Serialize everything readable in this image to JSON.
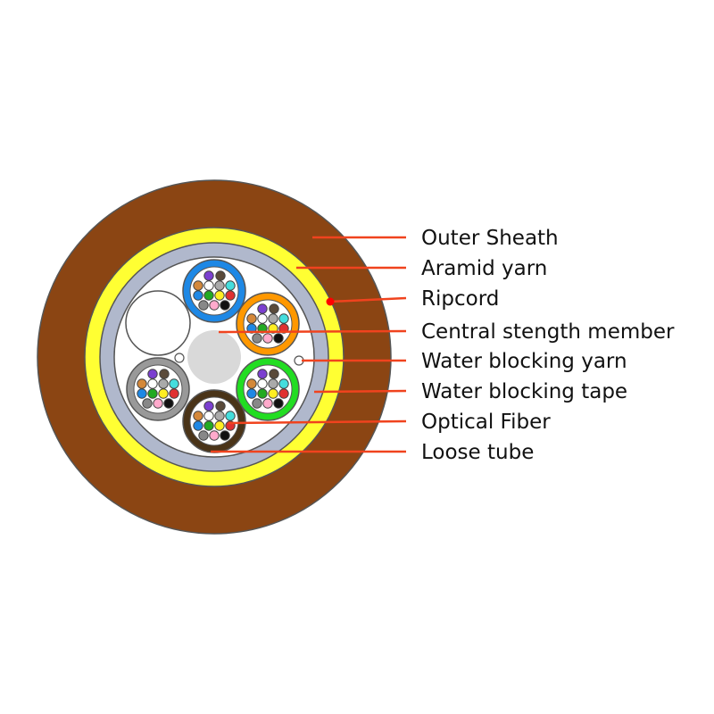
{
  "labels": [
    "Outer Sheath",
    "Aramid yarn",
    "Ripcord",
    "Central stength member",
    "Water blocking yarn",
    "Water blocking tape",
    "Optical Fiber",
    "Loose tube"
  ],
  "colors": {
    "outer_sheath": "#8b4513",
    "aramid_yarn": "#ffff33",
    "water_blocking_tape": "#b0b8cc",
    "core": "#ffffff",
    "central_strength_member": "#d9d9d9",
    "leader_line": "#f0431e",
    "ripcord_dot": "#ff0000",
    "outline": "#555555"
  },
  "loose_tubes": [
    {
      "name": "blue-tube",
      "color": "#1e88e5"
    },
    {
      "name": "orange-tube",
      "color": "#ff9800"
    },
    {
      "name": "green-tube",
      "color": "#22dd22"
    },
    {
      "name": "brown-tube",
      "color": "#4a3418"
    },
    {
      "name": "gray-tube",
      "color": "#999999"
    }
  ],
  "fiber_colors": [
    "#7b3fd0",
    "#5a4a3a",
    "#d4883a",
    "#ffffff",
    "#aaaaaa",
    "#44dddd",
    "#1e88e5",
    "#22aa22",
    "#ffee22",
    "#e03030",
    "#888888",
    "#ffaacc",
    "#111111"
  ]
}
